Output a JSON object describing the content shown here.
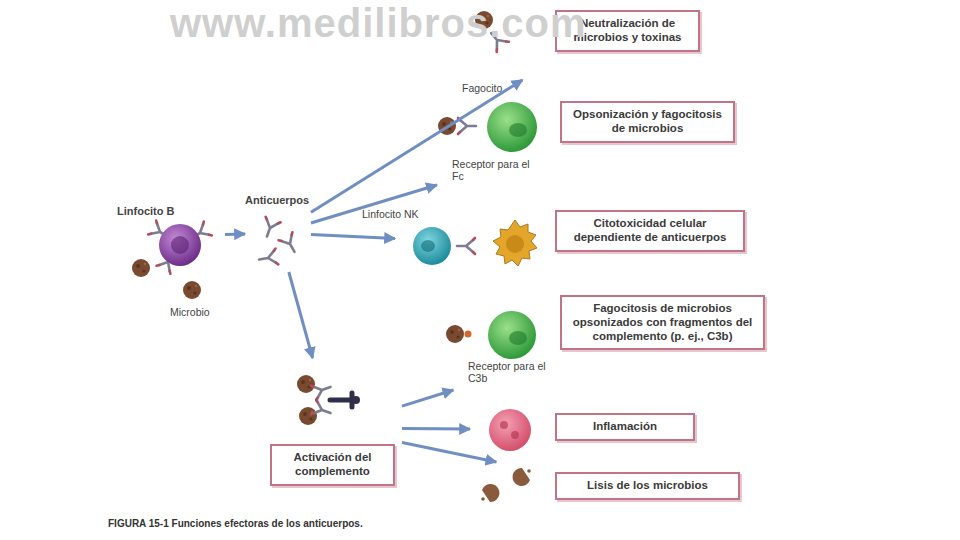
{
  "diagram": {
    "caption": "FIGURA 15-1 Funciones efectoras de los anticuerpos.",
    "nodes": [
      {
        "text": [
          "Linfocito B"
        ]
      },
      {
        "text": [
          "Anticuerpos"
        ]
      },
      {
        "text": [
          "Neutralización de microbios y toxinas"
        ]
      },
      {
        "text": [
          "Opsonización y fagocitosis de microbios"
        ]
      },
      {
        "text": [
          "Citotoxicidad celular dependiente de anticuerpos"
        ]
      },
      {
        "text": [
          "Fagocitosis de microbios opsonizados con fragmentos del complemento (p. ej., C3b)"
        ]
      },
      {
        "text": [
          "Inflamación"
        ]
      },
      {
        "text": [
          "Lisis de los microbios"
        ]
      },
      {
        "text": [
          "Activación del complemento"
        ]
      }
    ],
    "edges": [
      {
        "from": 0,
        "to": 1,
        "arrow": "to"
      },
      {
        "from": 1,
        "to": 2,
        "arrow": "to"
      },
      {
        "from": 1,
        "to": 3,
        "arrow": "to"
      },
      {
        "from": 1,
        "to": 4,
        "arrow": "to"
      },
      {
        "from": 1,
        "to": 8,
        "arrow": "to"
      },
      {
        "from": 8,
        "to": 5,
        "arrow": "to"
      },
      {
        "from": 8,
        "to": 6,
        "arrow": "to"
      },
      {
        "from": 8,
        "to": 7,
        "arrow": "to"
      }
    ],
    "labels": [
      "www.medilibros.com",
      "Microbio",
      "Fagocito",
      "Receptor para el Fc",
      "Linfocito NK",
      "Receptor para el C3b"
    ]
  }
}
